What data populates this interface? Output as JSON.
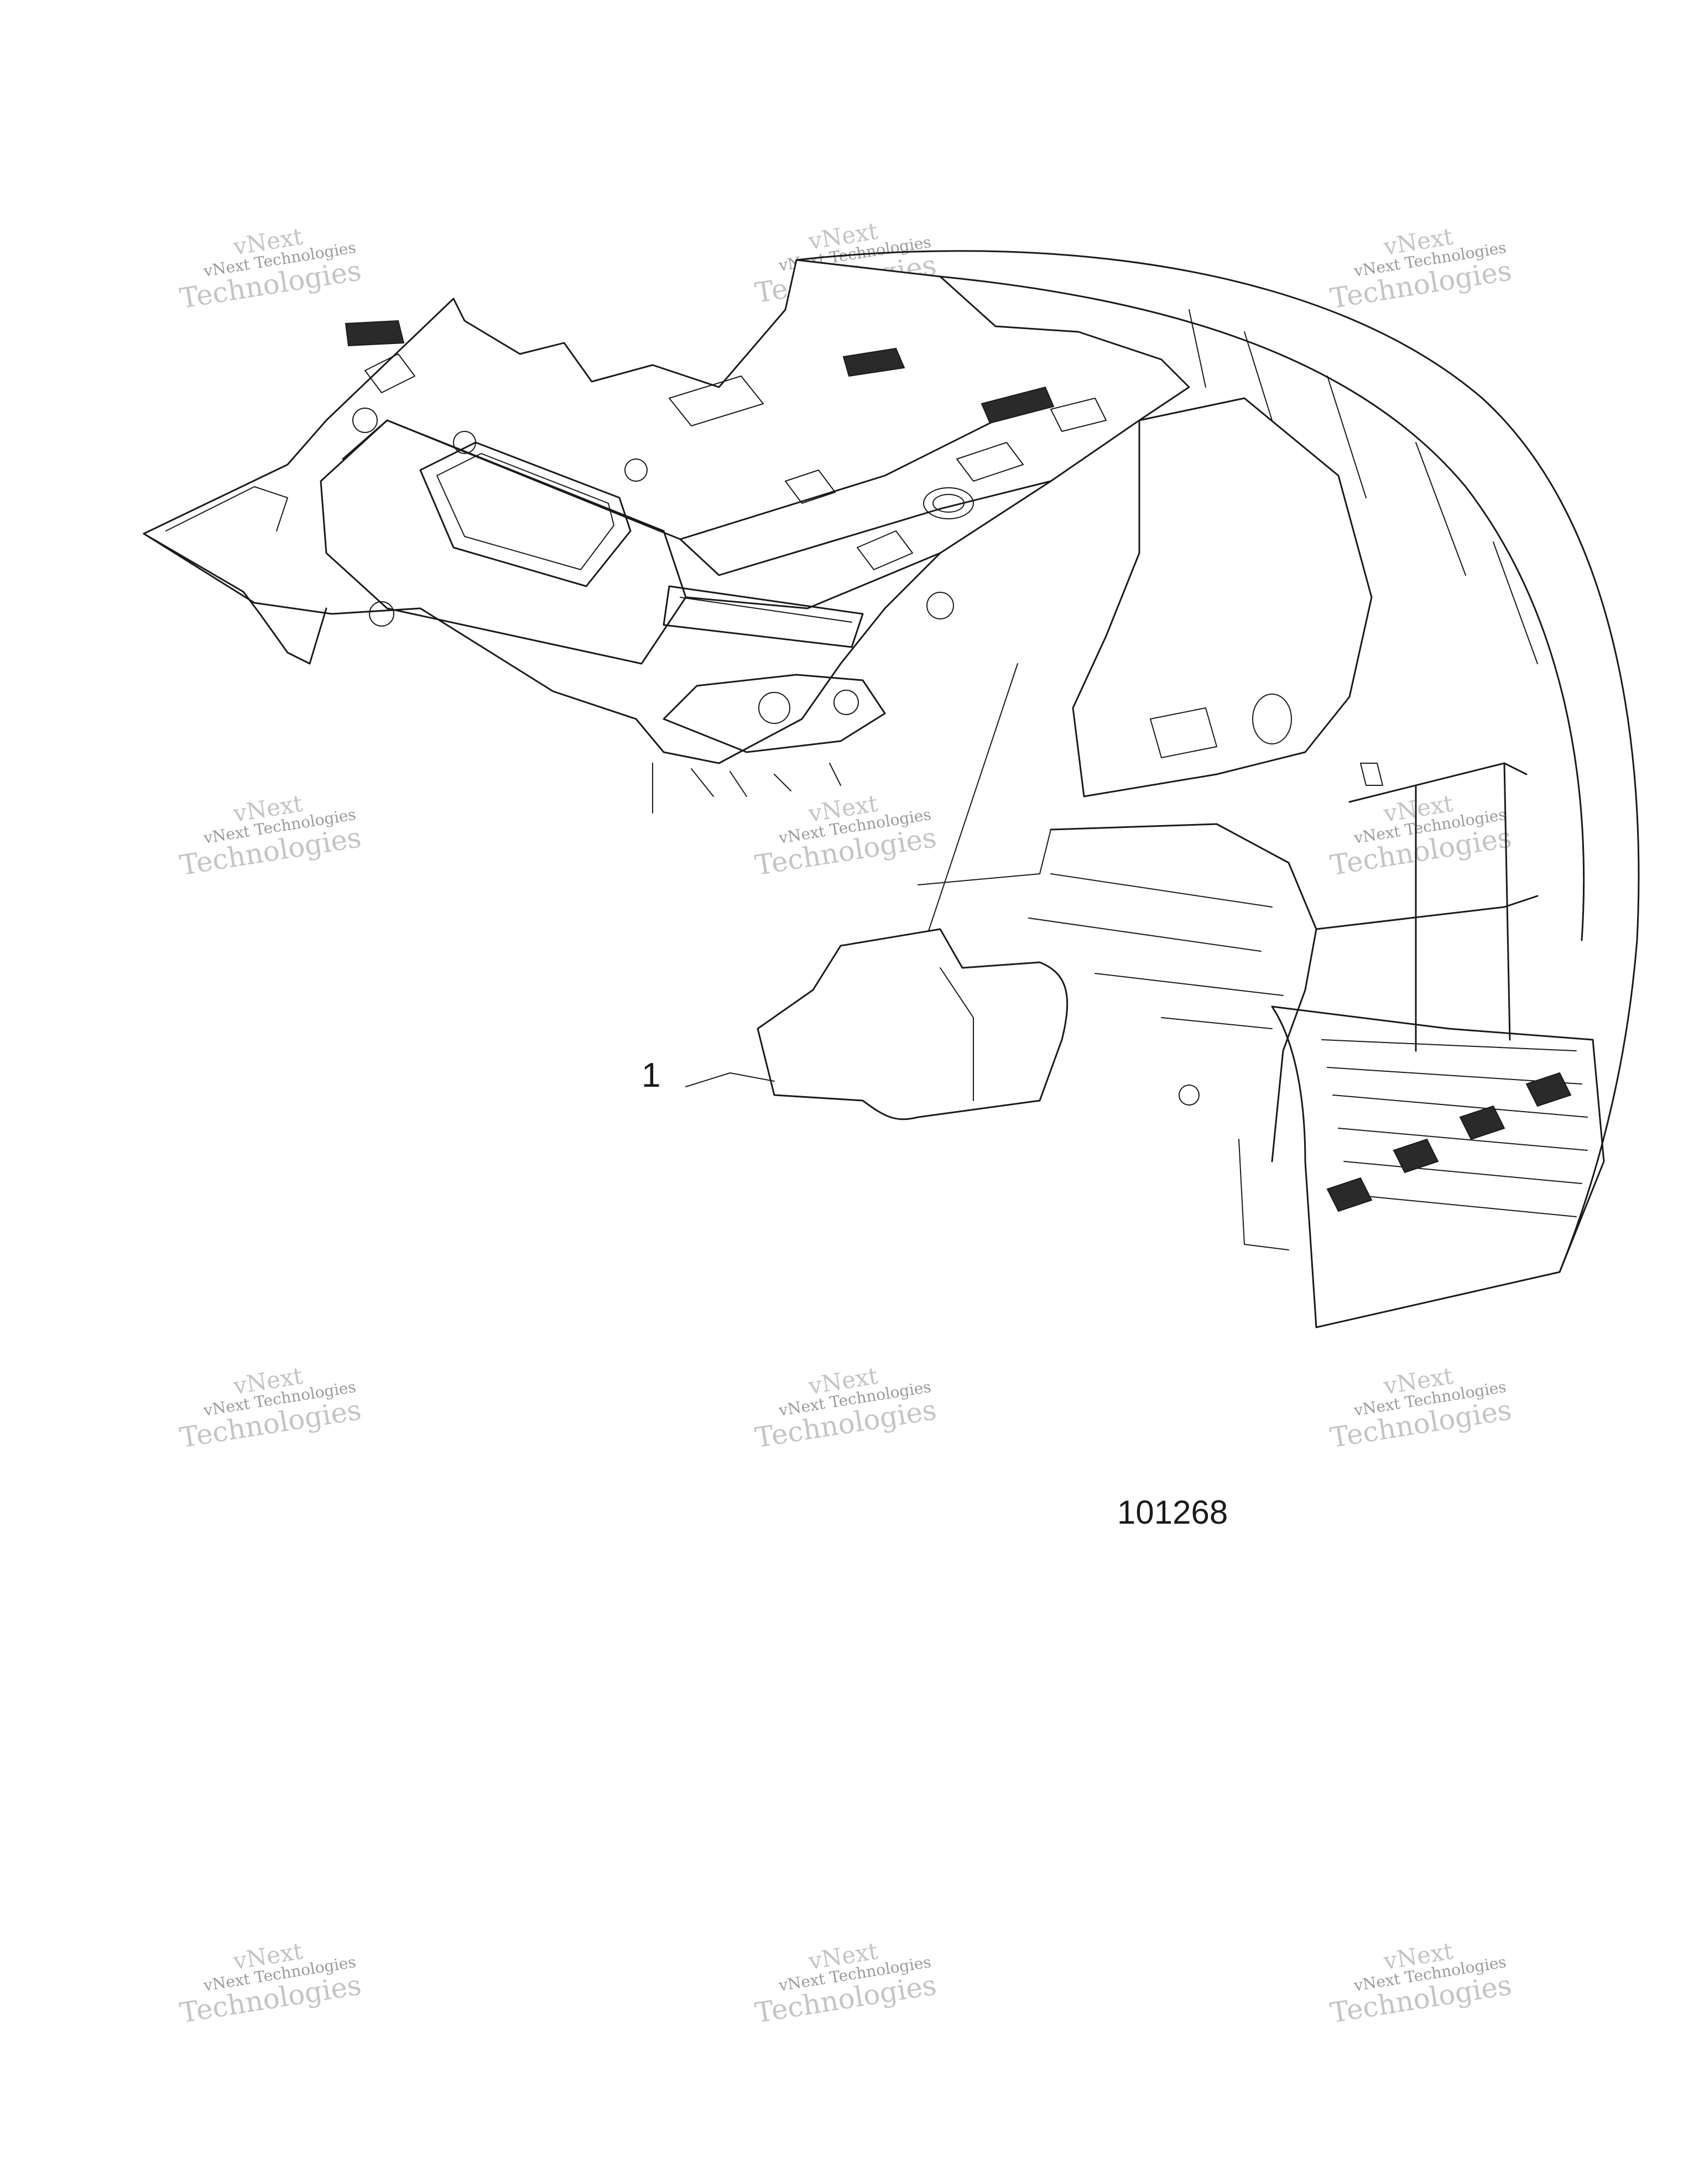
{
  "callout": {
    "label": "1"
  },
  "figure": {
    "number": "101268"
  },
  "watermark": {
    "line1": "vNext Technologies",
    "line2": "Technologies",
    "top": "vNext"
  }
}
